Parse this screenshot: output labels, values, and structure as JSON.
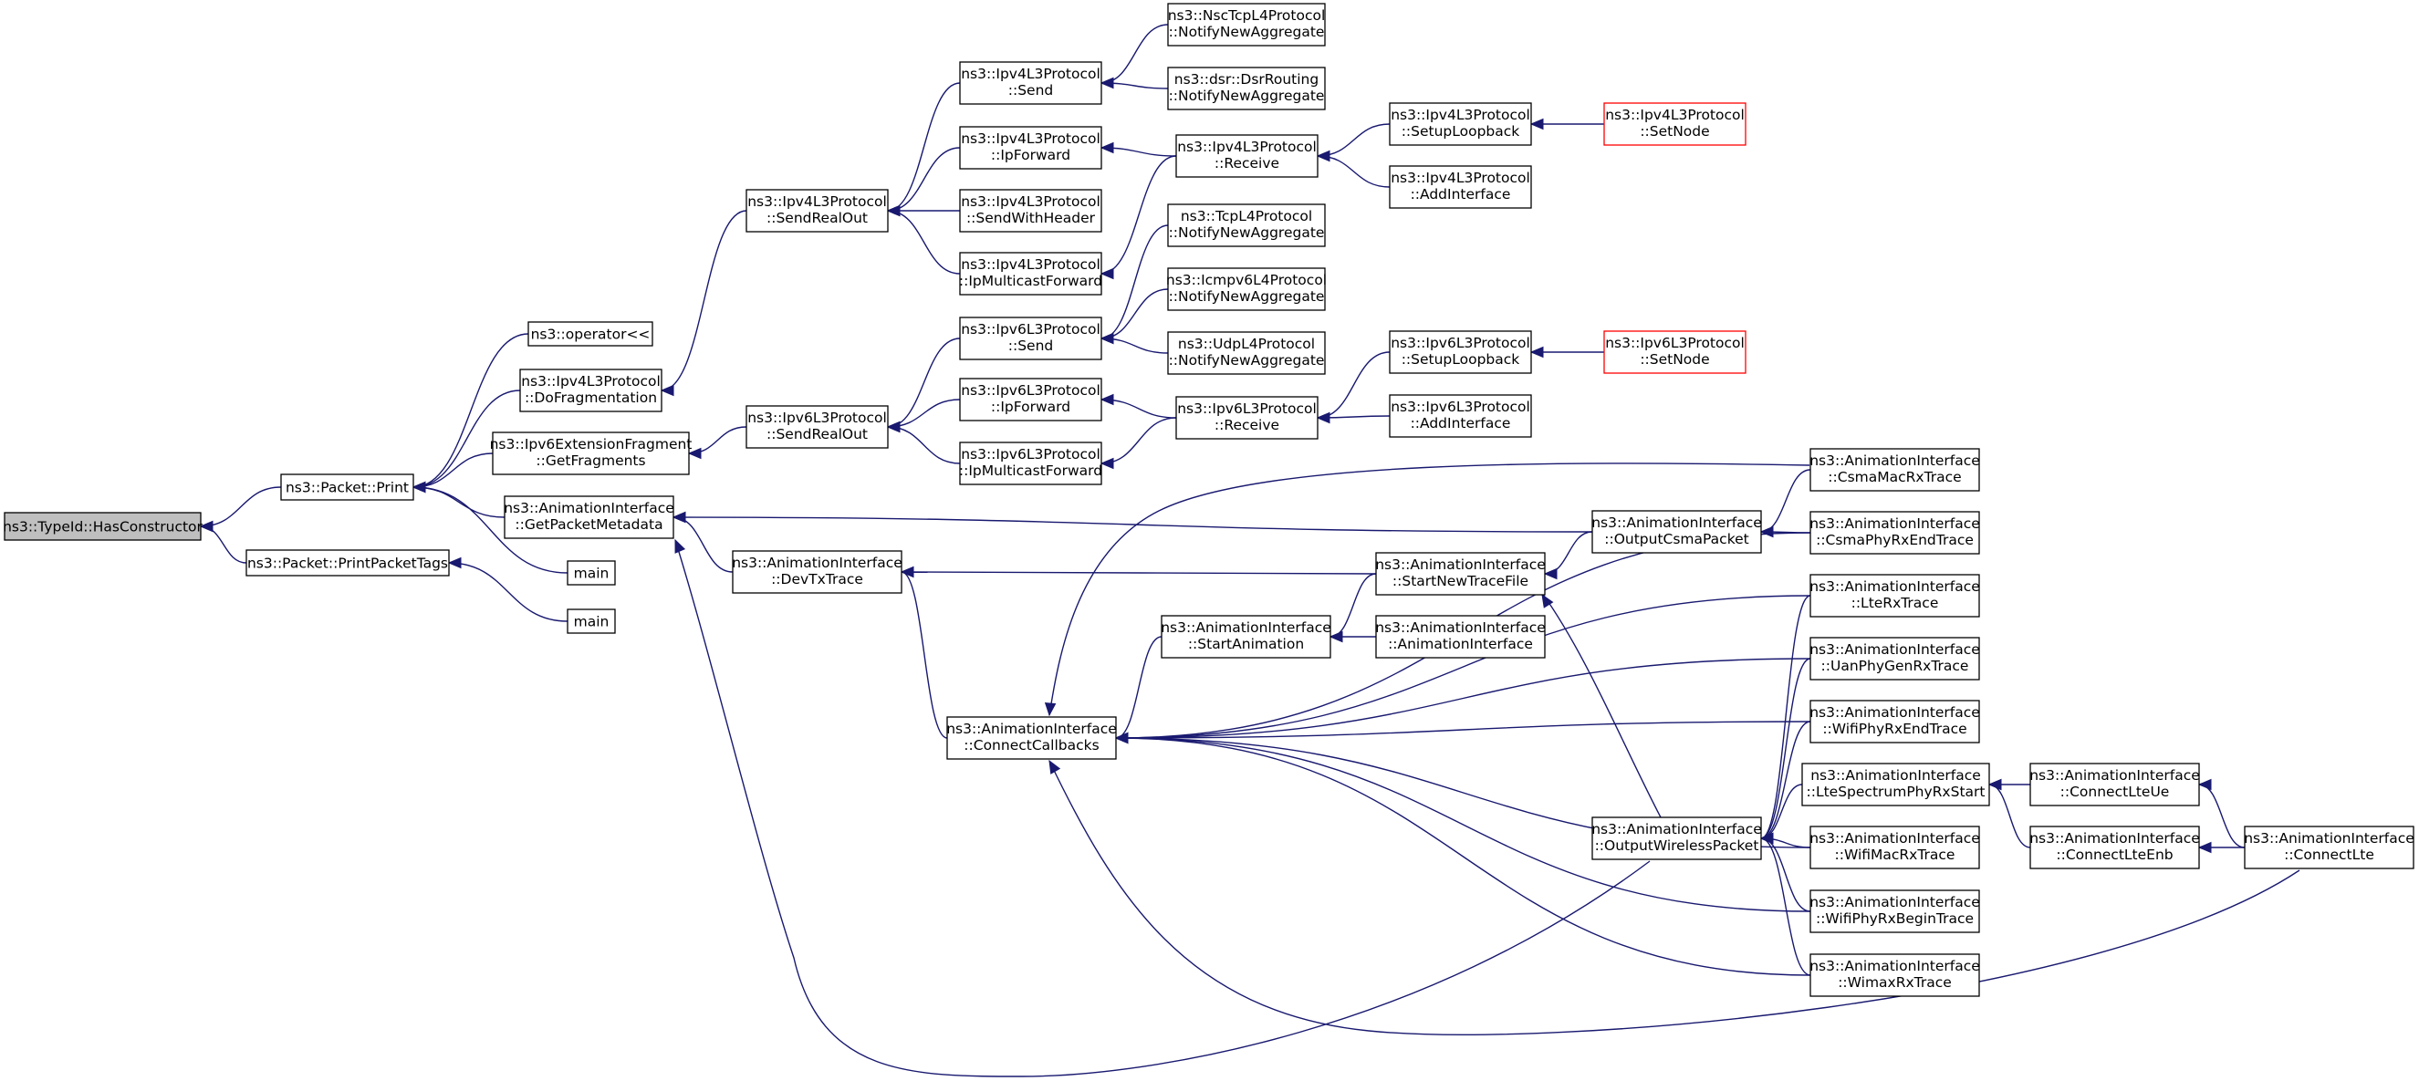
{
  "colors": {
    "edge": "#191970",
    "root_fill": "#bfbfbf",
    "incomplete_border": "#ff0000"
  },
  "nodes": [
    {
      "id": "root",
      "lines": [
        "ns3::TypeId::HasConstructor"
      ],
      "style": "root"
    },
    {
      "id": "print",
      "lines": [
        "ns3::Packet::Print"
      ]
    },
    {
      "id": "printtags",
      "lines": [
        "ns3::Packet::PrintPacketTags"
      ]
    },
    {
      "id": "oplt",
      "lines": [
        "ns3::operator<<"
      ]
    },
    {
      "id": "v4frag",
      "lines": [
        "ns3::Ipv4L3Protocol",
        "::DoFragmentation"
      ]
    },
    {
      "id": "v6frag",
      "lines": [
        "ns3::Ipv6ExtensionFragment",
        "::GetFragments"
      ]
    },
    {
      "id": "getmeta",
      "lines": [
        "ns3::AnimationInterface",
        "::GetPacketMetadata"
      ]
    },
    {
      "id": "main1",
      "lines": [
        "main"
      ]
    },
    {
      "id": "main2",
      "lines": [
        "main"
      ]
    },
    {
      "id": "v4sro",
      "lines": [
        "ns3::Ipv4L3Protocol",
        "::SendRealOut"
      ]
    },
    {
      "id": "v6sro",
      "lines": [
        "ns3::Ipv6L3Protocol",
        "::SendRealOut"
      ]
    },
    {
      "id": "devtx",
      "lines": [
        "ns3::AnimationInterface",
        "::DevTxTrace"
      ]
    },
    {
      "id": "v4send",
      "lines": [
        "ns3::Ipv4L3Protocol",
        "::Send"
      ]
    },
    {
      "id": "v4ipf",
      "lines": [
        "ns3::Ipv4L3Protocol",
        "::IpForward"
      ]
    },
    {
      "id": "v4swh",
      "lines": [
        "ns3::Ipv4L3Protocol",
        "::SendWithHeader"
      ]
    },
    {
      "id": "v4mcf",
      "lines": [
        "ns3::Ipv4L3Protocol",
        "::IpMulticastForward"
      ]
    },
    {
      "id": "v6send",
      "lines": [
        "ns3::Ipv6L3Protocol",
        "::Send"
      ]
    },
    {
      "id": "v6ipf",
      "lines": [
        "ns3::Ipv6L3Protocol",
        "::IpForward"
      ]
    },
    {
      "id": "v6mcf",
      "lines": [
        "ns3::Ipv6L3Protocol",
        "::IpMulticastForward"
      ]
    },
    {
      "id": "conncb",
      "lines": [
        "ns3::AnimationInterface",
        "::ConnectCallbacks"
      ]
    },
    {
      "id": "nsctcp",
      "lines": [
        "ns3::NscTcpL4Protocol",
        "::NotifyNewAggregate"
      ]
    },
    {
      "id": "dsr",
      "lines": [
        "ns3::dsr::DsrRouting",
        "::NotifyNewAggregate"
      ]
    },
    {
      "id": "v4recv",
      "lines": [
        "ns3::Ipv4L3Protocol",
        "::Receive"
      ]
    },
    {
      "id": "tcpl4",
      "lines": [
        "ns3::TcpL4Protocol",
        "::NotifyNewAggregate"
      ]
    },
    {
      "id": "icmp6",
      "lines": [
        "ns3::Icmpv6L4Protocol",
        "::NotifyNewAggregate"
      ]
    },
    {
      "id": "udpl4",
      "lines": [
        "ns3::UdpL4Protocol",
        "::NotifyNewAggregate"
      ]
    },
    {
      "id": "v6recv",
      "lines": [
        "ns3::Ipv6L3Protocol",
        "::Receive"
      ]
    },
    {
      "id": "startanim",
      "lines": [
        "ns3::AnimationInterface",
        "::StartAnimation"
      ]
    },
    {
      "id": "v4slb",
      "lines": [
        "ns3::Ipv4L3Protocol",
        "::SetupLoopback"
      ]
    },
    {
      "id": "v4addif",
      "lines": [
        "ns3::Ipv4L3Protocol",
        "::AddInterface"
      ]
    },
    {
      "id": "v6slb",
      "lines": [
        "ns3::Ipv6L3Protocol",
        "::SetupLoopback"
      ]
    },
    {
      "id": "v6addif",
      "lines": [
        "ns3::Ipv6L3Protocol",
        "::AddInterface"
      ]
    },
    {
      "id": "newtrace",
      "lines": [
        "ns3::AnimationInterface",
        "::StartNewTraceFile"
      ]
    },
    {
      "id": "aictor",
      "lines": [
        "ns3::AnimationInterface",
        "::AnimationInterface"
      ]
    },
    {
      "id": "v4setnode",
      "lines": [
        "ns3::Ipv4L3Protocol",
        "::SetNode"
      ],
      "style": "red"
    },
    {
      "id": "v6setnode",
      "lines": [
        "ns3::Ipv6L3Protocol",
        "::SetNode"
      ],
      "style": "red"
    },
    {
      "id": "outcsma",
      "lines": [
        "ns3::AnimationInterface",
        "::OutputCsmaPacket"
      ]
    },
    {
      "id": "outwl",
      "lines": [
        "ns3::AnimationInterface",
        "::OutputWirelessPacket"
      ]
    },
    {
      "id": "csmamac",
      "lines": [
        "ns3::AnimationInterface",
        "::CsmaMacRxTrace"
      ]
    },
    {
      "id": "csmaphy",
      "lines": [
        "ns3::AnimationInterface",
        "::CsmaPhyRxEndTrace"
      ]
    },
    {
      "id": "lterx",
      "lines": [
        "ns3::AnimationInterface",
        "::LteRxTrace"
      ]
    },
    {
      "id": "uanphy",
      "lines": [
        "ns3::AnimationInterface",
        "::UanPhyGenRxTrace"
      ]
    },
    {
      "id": "wifiphyend",
      "lines": [
        "ns3::AnimationInterface",
        "::WifiPhyRxEndTrace"
      ]
    },
    {
      "id": "ltespec",
      "lines": [
        "ns3::AnimationInterface",
        "::LteSpectrumPhyRxStart"
      ]
    },
    {
      "id": "wifimac",
      "lines": [
        "ns3::AnimationInterface",
        "::WifiMacRxTrace"
      ]
    },
    {
      "id": "wifiphybeg",
      "lines": [
        "ns3::AnimationInterface",
        "::WifiPhyRxBeginTrace"
      ]
    },
    {
      "id": "wimax",
      "lines": [
        "ns3::AnimationInterface",
        "::WimaxRxTrace"
      ]
    },
    {
      "id": "connue",
      "lines": [
        "ns3::AnimationInterface",
        "::ConnectLteUe"
      ]
    },
    {
      "id": "connenb",
      "lines": [
        "ns3::AnimationInterface",
        "::ConnectLteEnb"
      ]
    },
    {
      "id": "connlte",
      "lines": [
        "ns3::AnimationInterface",
        "::ConnectLte"
      ]
    }
  ],
  "edges": [
    [
      "print",
      "root"
    ],
    [
      "printtags",
      "root"
    ],
    [
      "oplt",
      "print"
    ],
    [
      "v4frag",
      "print"
    ],
    [
      "v6frag",
      "print"
    ],
    [
      "getmeta",
      "print"
    ],
    [
      "main1",
      "print"
    ],
    [
      "main2",
      "printtags"
    ],
    [
      "v4sro",
      "v4frag"
    ],
    [
      "v6sro",
      "v6frag"
    ],
    [
      "devtx",
      "getmeta"
    ],
    [
      "outcsma",
      "getmeta"
    ],
    [
      "outwl",
      "getmeta"
    ],
    [
      "v4send",
      "v4sro"
    ],
    [
      "v4ipf",
      "v4sro"
    ],
    [
      "v4swh",
      "v4sro"
    ],
    [
      "v4mcf",
      "v4sro"
    ],
    [
      "v6send",
      "v6sro"
    ],
    [
      "v6ipf",
      "v6sro"
    ],
    [
      "v6mcf",
      "v6sro"
    ],
    [
      "conncb",
      "devtx"
    ],
    [
      "newtrace",
      "devtx"
    ],
    [
      "nsctcp",
      "v4send"
    ],
    [
      "dsr",
      "v4send"
    ],
    [
      "v4recv",
      "v4ipf"
    ],
    [
      "v4recv",
      "v4mcf"
    ],
    [
      "tcpl4",
      "v6send"
    ],
    [
      "icmp6",
      "v6send"
    ],
    [
      "udpl4",
      "v6send"
    ],
    [
      "v6recv",
      "v6ipf"
    ],
    [
      "v6recv",
      "v6mcf"
    ],
    [
      "v4slb",
      "v4recv"
    ],
    [
      "v4addif",
      "v4recv"
    ],
    [
      "v4setnode",
      "v4slb"
    ],
    [
      "v6slb",
      "v6recv"
    ],
    [
      "v6addif",
      "v6recv"
    ],
    [
      "v6setnode",
      "v6slb"
    ],
    [
      "startanim",
      "conncb"
    ],
    [
      "newtrace",
      "startanim"
    ],
    [
      "aictor",
      "startanim"
    ],
    [
      "outcsma",
      "newtrace"
    ],
    [
      "outwl",
      "newtrace"
    ],
    [
      "csmamac",
      "outcsma"
    ],
    [
      "csmaphy",
      "outcsma"
    ],
    [
      "csmamac",
      "conncb"
    ],
    [
      "csmaphy",
      "conncb"
    ],
    [
      "lterx",
      "conncb"
    ],
    [
      "uanphy",
      "conncb"
    ],
    [
      "wifiphyend",
      "conncb"
    ],
    [
      "wifimac",
      "conncb"
    ],
    [
      "wifiphybeg",
      "conncb"
    ],
    [
      "wimax",
      "conncb"
    ],
    [
      "connlte",
      "conncb"
    ],
    [
      "lterx",
      "outwl"
    ],
    [
      "uanphy",
      "outwl"
    ],
    [
      "wifiphyend",
      "outwl"
    ],
    [
      "ltespec",
      "outwl"
    ],
    [
      "wifimac",
      "outwl"
    ],
    [
      "wifiphybeg",
      "outwl"
    ],
    [
      "wimax",
      "outwl"
    ],
    [
      "connue",
      "ltespec"
    ],
    [
      "connenb",
      "ltespec"
    ],
    [
      "connlte",
      "connue"
    ],
    [
      "connlte",
      "connenb"
    ]
  ]
}
